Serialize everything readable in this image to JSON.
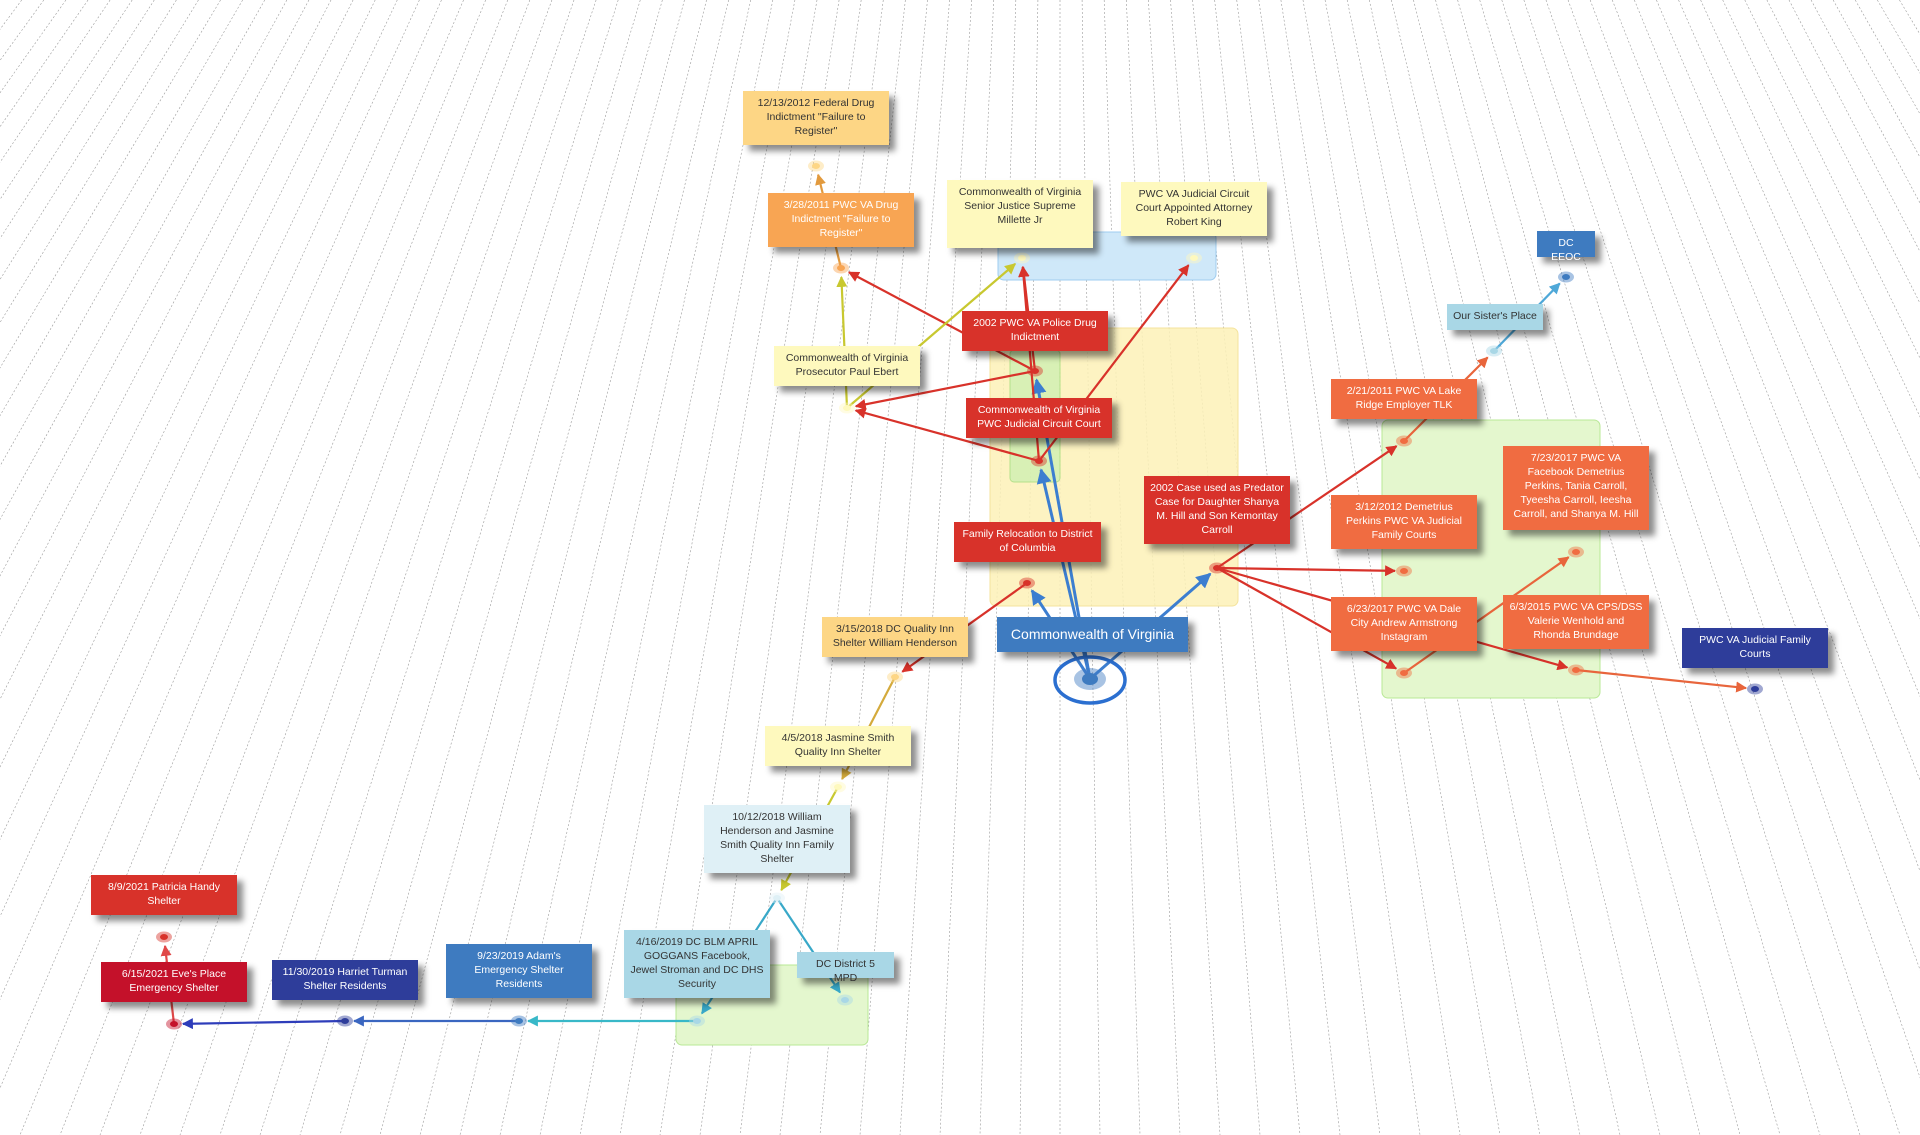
{
  "colors": {
    "red": "#d8322a",
    "dark-red": "#c4112a",
    "orange": "#f06c41",
    "light-orange": "#f8a553",
    "pale-yellow": "#fef9be",
    "light-yellow": "#fdd685",
    "pale-blue": "#dff0f6",
    "light-blue": "#a9d7e6",
    "blue": "#3e7bc0",
    "navy": "#2e3d9a",
    "group-blue": "#cfe8f9",
    "group-yellow": "#fdf2b8",
    "group-green": "#e4f7ce"
  },
  "nodes": [
    {
      "id": "cov",
      "label": "Commonwealth of Virginia",
      "color": "blue",
      "text_color": "#ffffff"
    },
    {
      "id": "family-relocation",
      "label": "Family Relocation to District of Columbia",
      "color": "red",
      "text_color": "#ffffff"
    },
    {
      "id": "pwc-circuit-court",
      "label": "Commonwealth of Virginia PWC Judicial Circuit Court",
      "color": "red",
      "text_color": "#ffffff"
    },
    {
      "id": "police-drug-2002",
      "label": "2002 PWC VA Police Drug Indictment",
      "color": "red",
      "text_color": "#ffffff"
    },
    {
      "id": "prosecutor-ebert",
      "label": "Commonwealth of Virginia Prosecutor Paul Ebert",
      "color": "pale-yellow",
      "text_color": "#333333"
    },
    {
      "id": "drug-indictment-2011",
      "label": "3/28/2011 PWC VA Drug Indictment \"Failure to Register\"",
      "color": "light-orange",
      "text_color": "#ffffff"
    },
    {
      "id": "federal-drug-2012",
      "label": "12/13/2012 Federal Drug Indictment  \"Failure to Register\"",
      "color": "light-yellow",
      "text_color": "#333333"
    },
    {
      "id": "justice-millette",
      "label": "Commonwealth of Virginia Senior Justice Supreme Millette Jr",
      "color": "pale-yellow",
      "text_color": "#333333"
    },
    {
      "id": "attorney-king",
      "label": "PWC VA Judicial Circuit Court Appointed Attorney Robert King",
      "color": "pale-yellow",
      "text_color": "#333333"
    },
    {
      "id": "predator-case-2002",
      "label": "2002 Case used as Predator Case for Daughter Shanya M. Hill and Son Kemontay Carroll",
      "color": "red",
      "text_color": "#ffffff"
    },
    {
      "id": "lake-ridge-2011",
      "label": "2/21/2011 PWC VA Lake Ridge Employer TLK",
      "color": "orange",
      "text_color": "#ffffff"
    },
    {
      "id": "our-sisters-place",
      "label": "Our Sister's Place",
      "color": "light-blue",
      "text_color": "#333333"
    },
    {
      "id": "dc-eeoc",
      "label": "DC EEOC",
      "color": "blue",
      "text_color": "#ffffff"
    },
    {
      "id": "perkins-2012",
      "label": "3/12/2012 Demetrius Perkins PWC VA Judicial Family Courts",
      "color": "orange",
      "text_color": "#ffffff"
    },
    {
      "id": "facebook-2017",
      "label": "7/23/2017 PWC VA Facebook Demetrius Perkins,  Tania Carroll, Tyeesha Carroll, Ieesha Carroll,  and Shanya M.  Hill",
      "color": "orange",
      "text_color": "#ffffff"
    },
    {
      "id": "armstrong-2017",
      "label": "6/23/2017 PWC VA Dale City Andrew Armstrong Instagram",
      "color": "orange",
      "text_color": "#ffffff"
    },
    {
      "id": "cps-2015",
      "label": "6/3/2015 PWC VA CPS/DSS Valerie Wenhold and Rhonda Brundage",
      "color": "orange",
      "text_color": "#ffffff"
    },
    {
      "id": "family-courts",
      "label": "PWC VA Judicial Family Courts",
      "color": "navy",
      "text_color": "#ffffff"
    },
    {
      "id": "quality-inn-2018",
      "label": "3/15/2018 DC Quality Inn Shelter William Henderson",
      "color": "light-yellow",
      "text_color": "#333333"
    },
    {
      "id": "jasmine-2018",
      "label": "4/5/2018 Jasmine Smith Quality Inn Shelter",
      "color": "pale-yellow",
      "text_color": "#333333"
    },
    {
      "id": "henderson-smith-2018",
      "label": "10/12/2018 William Henderson and Jasmine Smith Quality Inn Family Shelter",
      "color": "pale-blue",
      "text_color": "#333333"
    },
    {
      "id": "blm-2019",
      "label": "4/16/2019 DC BLM APRIL GOGGANS Facebook, Jewel Stroman and DC DHS Security",
      "color": "light-blue",
      "text_color": "#333333"
    },
    {
      "id": "dc-5-mpd",
      "label": "DC District 5 MPD",
      "color": "light-blue",
      "text_color": "#333333"
    },
    {
      "id": "adams-2019",
      "label": "9/23/2019 Adam's Emergency Shelter Residents",
      "color": "blue",
      "text_color": "#ffffff"
    },
    {
      "id": "harriet-2019",
      "label": "11/30/2019 Harriet Turman Shelter Residents",
      "color": "navy",
      "text_color": "#ffffff"
    },
    {
      "id": "eves-2021",
      "label": "6/15/2021 Eve's Place Emergency Shelter",
      "color": "dark-red",
      "text_color": "#ffffff"
    },
    {
      "id": "handy-2021",
      "label": "8/9/2021 Patricia Handy Shelter",
      "color": "red",
      "text_color": "#ffffff"
    }
  ],
  "edges": [
    {
      "from": "cov",
      "to": "family-relocation",
      "color": "#3c7ed0"
    },
    {
      "from": "cov",
      "to": "pwc-circuit-court",
      "color": "#3c7ed0"
    },
    {
      "from": "cov",
      "to": "police-drug-2002",
      "color": "#3c7ed0"
    },
    {
      "from": "cov",
      "to": "predator-case-2002",
      "color": "#3c7ed0"
    },
    {
      "from": "family-relocation",
      "to": "quality-inn-2018",
      "color": "#d8322a"
    },
    {
      "from": "pwc-circuit-court",
      "to": "prosecutor-ebert",
      "color": "#d8322a"
    },
    {
      "from": "pwc-circuit-court",
      "to": "justice-millette",
      "color": "#d8322a"
    },
    {
      "from": "pwc-circuit-court",
      "to": "attorney-king",
      "color": "#d8322a"
    },
    {
      "from": "police-drug-2002",
      "to": "prosecutor-ebert",
      "color": "#d8322a"
    },
    {
      "from": "police-drug-2002",
      "to": "drug-indictment-2011",
      "color": "#d8322a"
    },
    {
      "from": "police-drug-2002",
      "to": "justice-millette",
      "color": "#d8322a"
    },
    {
      "from": "prosecutor-ebert",
      "to": "drug-indictment-2011",
      "color": "#c8c830"
    },
    {
      "from": "prosecutor-ebert",
      "to": "justice-millette",
      "color": "#c8c830"
    },
    {
      "from": "drug-indictment-2011",
      "to": "federal-drug-2012",
      "color": "#e29a3e"
    },
    {
      "from": "predator-case-2002",
      "to": "lake-ridge-2011",
      "color": "#d8322a"
    },
    {
      "from": "predator-case-2002",
      "to": "perkins-2012",
      "color": "#d8322a"
    },
    {
      "from": "predator-case-2002",
      "to": "armstrong-2017",
      "color": "#d8322a"
    },
    {
      "from": "predator-case-2002",
      "to": "cps-2015",
      "color": "#d8322a"
    },
    {
      "from": "lake-ridge-2011",
      "to": "our-sisters-place",
      "color": "#e8653c"
    },
    {
      "from": "our-sisters-place",
      "to": "dc-eeoc",
      "color": "#4fa8d8"
    },
    {
      "from": "armstrong-2017",
      "to": "facebook-2017",
      "color": "#e8653c"
    },
    {
      "from": "cps-2015",
      "to": "family-courts",
      "color": "#e8653c"
    },
    {
      "from": "quality-inn-2018",
      "to": "jasmine-2018",
      "color": "#d4aa3c"
    },
    {
      "from": "jasmine-2018",
      "to": "henderson-smith-2018",
      "color": "#c8c830"
    },
    {
      "from": "henderson-smith-2018",
      "to": "blm-2019",
      "color": "#38a8c8"
    },
    {
      "from": "henderson-smith-2018",
      "to": "dc-5-mpd",
      "color": "#38a8c8"
    },
    {
      "from": "blm-2019",
      "to": "adams-2019",
      "color": "#38b8c8"
    },
    {
      "from": "adams-2019",
      "to": "harriet-2019",
      "color": "#3a66c0"
    },
    {
      "from": "harriet-2019",
      "to": "eves-2021",
      "color": "#2e3dba"
    },
    {
      "from": "eves-2021",
      "to": "handy-2021",
      "color": "#e04848"
    }
  ]
}
